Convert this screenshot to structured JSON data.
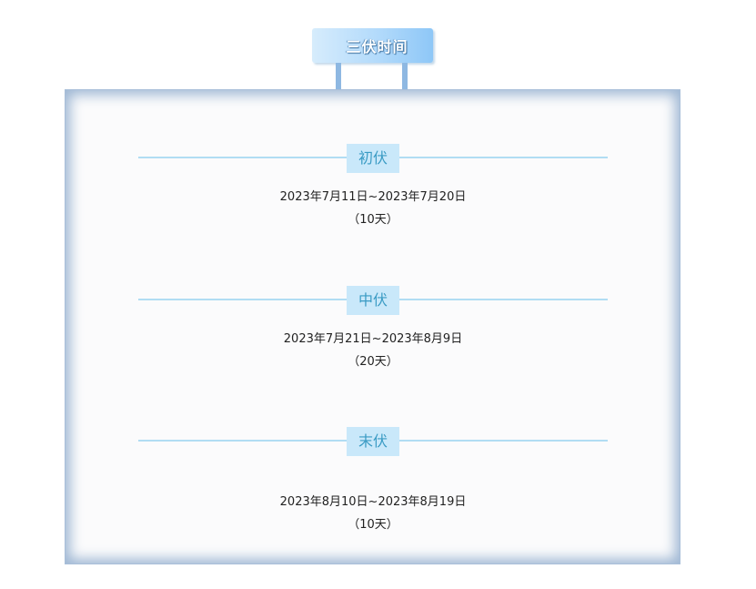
{
  "signboard": {
    "title": "三伏时间"
  },
  "periods": [
    {
      "name": "初伏",
      "range": "2023年7月11日~2023年7月20日",
      "days": "（10天）"
    },
    {
      "name": "中伏",
      "range": "2023年7月21日~2023年8月9日",
      "days": "（20天）"
    },
    {
      "name": "末伏",
      "range": "2023年8月10日~2023年8月19日",
      "days": "（10天）"
    }
  ]
}
